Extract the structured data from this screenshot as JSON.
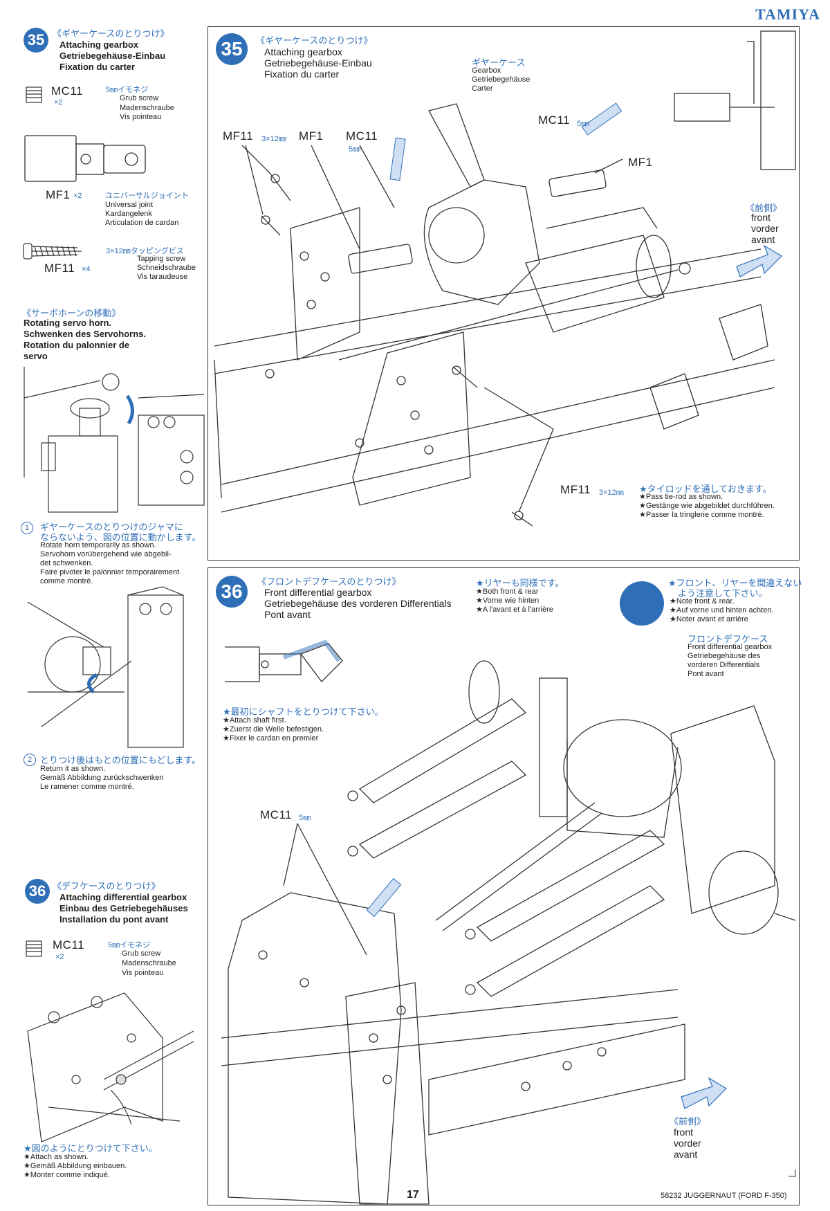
{
  "brand": "TAMIYA",
  "page_number": "17",
  "footer_model": "58232 JUGGERNAUT (FORD F-350)",
  "sidebar": {
    "step35": {
      "number": "35",
      "jp": "《ギヤーケースのとりつけ》",
      "en": "Attaching gearbox",
      "de": "Getriebegehäuse-Einbau",
      "fr": "Fixation du carter"
    },
    "parts": [
      {
        "code": "MC11",
        "qty": "×2",
        "jp": "5㎜イモネジ",
        "en": "Grub screw",
        "de": "Madenschraube",
        "fr": "Vis pointeau"
      },
      {
        "code": "MF1",
        "qty": "×2",
        "jp": "ユニバーサルジョイント",
        "en": "Universal joint",
        "de": "Kardangelenk",
        "fr": "Articulation de cardan"
      },
      {
        "code": "MF11",
        "qty": "×4",
        "jp": "3×12㎜タッピングビス",
        "en": "Tapping screw",
        "de": "Schneidschraube",
        "fr": "Vis taraudeuse"
      }
    ],
    "servo": {
      "jp": "《サーボホーンの移動》",
      "en": "Rotating servo horn.",
      "de": "Schwenken des Servohorns.",
      "fr1": "Rotation du palonnier de",
      "fr2": "servo"
    },
    "note1": {
      "num": "1",
      "jp1": "ギヤーケースのとりつけのジャマに",
      "jp2": "ならないよう、図の位置に動かします。",
      "en": "Rotate horn temporarily as shown.",
      "de1": "Servohorn vorübergehend wie abgebil-",
      "de2": "det schwenken.",
      "fr1": "Faire pivoter le palonnier temporairement",
      "fr2": "comme montré."
    },
    "note2": {
      "num": "2",
      "jp": "とりつけ後はもとの位置にもどします。",
      "en": "Return it as shown.",
      "de": "Gemäß Abbildung zurückschwenken",
      "fr": "Le ramener comme montré."
    },
    "step36": {
      "number": "36",
      "jp": "《デフケースのとりつけ》",
      "en": "Attaching differential gearbox",
      "de": "Einbau des Getriebegehäuses",
      "fr": "Installation du pont avant"
    },
    "part36": {
      "code": "MC11",
      "qty": "×2",
      "jp": "5㎜イモネジ",
      "en": "Grub screw",
      "de": "Madenschraube",
      "fr": "Vis pointeau"
    },
    "attach": {
      "jp": "★図のようにとりつけて下さい。",
      "en": "★Attach as shown.",
      "de": "★Gemäß Abbildung einbauen.",
      "fr": "★Monter comme indiqué."
    }
  },
  "panel35": {
    "number": "35",
    "jp": "《ギヤーケースのとりつけ》",
    "en": "Attaching gearbox",
    "de": "Getriebegehäuse-Einbau",
    "fr": "Fixation du carter",
    "gearbox_jp": "ギヤーケース",
    "gearbox_en": "Gearbox",
    "gearbox_de": "Getriebegehäuse",
    "gearbox_fr": "Carter",
    "label_mf11": "MF11",
    "label_mf11_size": "3×12㎜",
    "label_mf1": "MF1",
    "label_mc11": "MC11",
    "label_5mm": "5㎜",
    "label_mc11_right": "MC11",
    "label_5mm_right": "5㎜",
    "label_mf1_right": "MF1",
    "label_mf11_bottom": "MF11",
    "label_mf11_bottom_size": "3×12㎜",
    "front_jp": "《前側》",
    "front_en": "front",
    "front_de": "vorder",
    "front_fr": "avant",
    "tierod_jp": "★タイロッドを通しておきます。",
    "tierod_en": "★Pass tie-rod as shown.",
    "tierod_de": "★Gestänge wie abgebildet durchführen.",
    "tierod_fr": "★Passer la tringlerie comme montré."
  },
  "panel36": {
    "number": "36",
    "jp": "《フロントデフケースのとりつけ》",
    "en": "Front differential gearbox",
    "de": "Getriebegehäuse des vorderen Differentials",
    "fr": "Pont avant",
    "rear_jp": "★リヤーも同様です。",
    "rear_en": "★Both front & rear",
    "rear_de": "★Vorne wie hinten",
    "rear_fr": "★A l'avant et à l'arrière",
    "note_jp1": "★フロント、リヤーを間違えない",
    "note_jp2": "よう注意して下さい。",
    "note_en": "★Note front & rear.",
    "note_de": "★Auf vorne und hinten achten.",
    "note_fr": "★Noter avant et arrière",
    "fdiff_jp": "フロントデフケース",
    "fdiff_en": "Front differential gearbox",
    "fdiff_de1": "Getriebegehäuse des",
    "fdiff_de2": "vorderen Differentials",
    "fdiff_fr": "Pont avant",
    "shaft_jp": "★最初にシャフトをとりつけて下さい。",
    "shaft_en": "★Attach shaft first.",
    "shaft_de": "★Zuerst die Welle befestigen.",
    "shaft_fr": "★Fixer le cardan en premier",
    "label_mc11": "MC11",
    "label_5mm": "5㎜",
    "front_jp": "《前側》",
    "front_en": "front",
    "front_de": "vorder",
    "front_fr": "avant"
  }
}
